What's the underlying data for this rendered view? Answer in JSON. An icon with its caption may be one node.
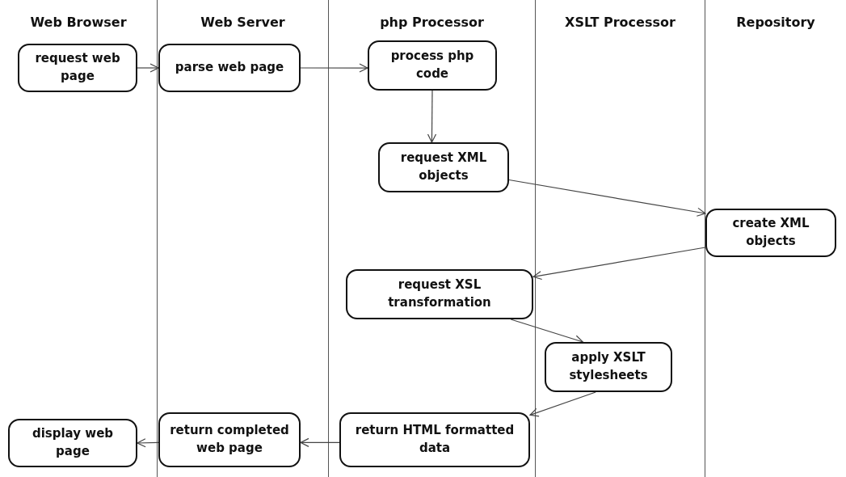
{
  "diagram": {
    "nodes": [
      {
        "text": [
          "Web Browser"
        ]
      },
      {
        "text": [
          "Web Server"
        ]
      },
      {
        "text": [
          "php Processor"
        ]
      },
      {
        "text": [
          "XSLT Processor"
        ]
      },
      {
        "text": [
          "Repository"
        ]
      },
      {
        "text": [
          "request web page"
        ],
        "in": 0
      },
      {
        "text": [
          "parse web page"
        ],
        "in": 1
      },
      {
        "text": [
          "process php code"
        ],
        "in": 2
      },
      {
        "text": [
          "request XML objects"
        ],
        "in": 2
      },
      {
        "text": [
          "create XML objects"
        ],
        "in": 4
      },
      {
        "text": [
          "request XSL transformation"
        ],
        "in": 2
      },
      {
        "text": [
          "apply XSLT stylesheets"
        ],
        "in": 3
      },
      {
        "text": [
          "return HTML formatted data"
        ],
        "in": 2
      },
      {
        "text": [
          "return completed web page"
        ],
        "in": 1
      },
      {
        "text": [
          "display web page"
        ],
        "in": 0
      }
    ],
    "edges": [
      {
        "from": 5,
        "to": 6,
        "arrow": "to"
      },
      {
        "from": 6,
        "to": 7,
        "arrow": "to"
      },
      {
        "from": 7,
        "to": 8,
        "arrow": "to"
      },
      {
        "from": 8,
        "to": 9,
        "arrow": "to"
      },
      {
        "from": 9,
        "to": 10,
        "arrow": "to"
      },
      {
        "from": 10,
        "to": 11,
        "arrow": "to"
      },
      {
        "from": 11,
        "to": 12,
        "arrow": "to"
      },
      {
        "from": 12,
        "to": 13,
        "arrow": "to"
      },
      {
        "from": 13,
        "to": 14,
        "arrow": "to"
      }
    ]
  }
}
